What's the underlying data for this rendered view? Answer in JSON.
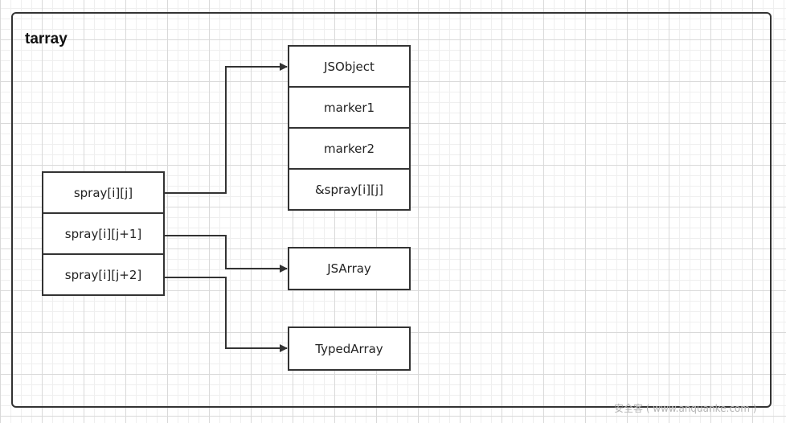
{
  "diagram": {
    "title": "tarray",
    "left_stack": [
      "spray[i][j]",
      "spray[i][j+1]",
      "spray[i][j+2]"
    ],
    "object_stack": [
      "JSObject",
      "marker1",
      "marker2",
      "&spray[i][j]"
    ],
    "js_array": "JSArray",
    "typed_array": "TypedArray"
  },
  "watermark": "安全客 ( www.anquanke.com )"
}
